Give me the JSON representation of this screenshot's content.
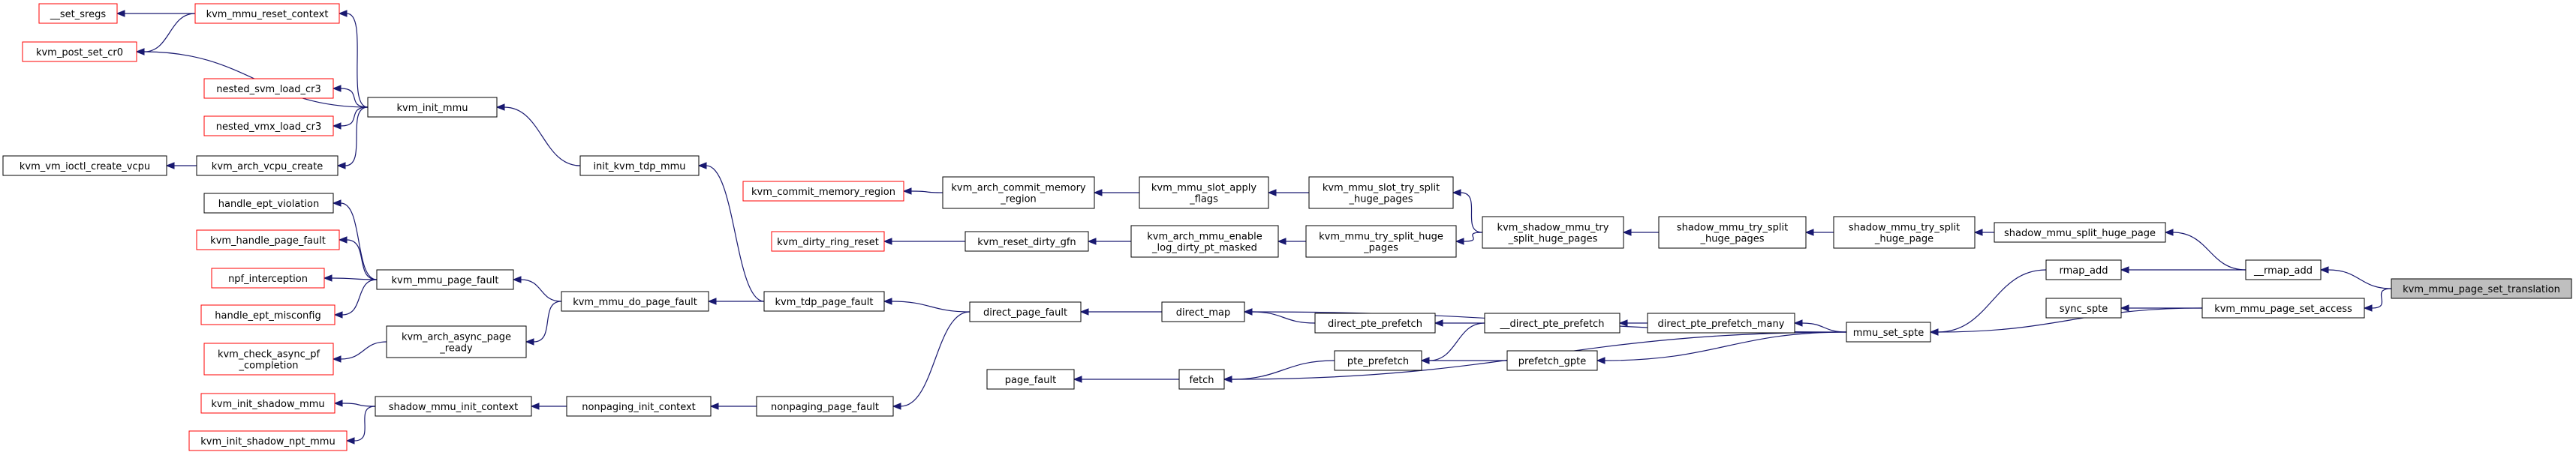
{
  "title": "kvm_mmu_page_set_translation",
  "colors": {
    "edge": "#191970",
    "internal_border": "#000000",
    "external_border": "#ff0000",
    "focus_fill": "#bfbfbf"
  },
  "nodes": [
    {
      "id": "set_sregs",
      "lines": [
        "__set_sregs"
      ],
      "kind": "ext"
    },
    {
      "id": "reset_context",
      "lines": [
        "kvm_mmu_reset_context"
      ],
      "kind": "ext"
    },
    {
      "id": "post_set_cr0",
      "lines": [
        "kvm_post_set_cr0"
      ],
      "kind": "ext"
    },
    {
      "id": "nested_svm",
      "lines": [
        "nested_svm_load_cr3"
      ],
      "kind": "ext"
    },
    {
      "id": "nested_vmx",
      "lines": [
        "nested_vmx_load_cr3"
      ],
      "kind": "ext"
    },
    {
      "id": "vm_ioctl",
      "lines": [
        "kvm_vm_ioctl_create_vcpu"
      ],
      "kind": "int"
    },
    {
      "id": "vcpu_create",
      "lines": [
        "kvm_arch_vcpu_create"
      ],
      "kind": "int"
    },
    {
      "id": "init_mmu",
      "lines": [
        "kvm_init_mmu"
      ],
      "kind": "int"
    },
    {
      "id": "init_tdp",
      "lines": [
        "init_kvm_tdp_mmu"
      ],
      "kind": "int"
    },
    {
      "id": "ept_violation",
      "lines": [
        "handle_ept_violation"
      ],
      "kind": "int"
    },
    {
      "id": "handle_pf",
      "lines": [
        "kvm_handle_page_fault"
      ],
      "kind": "ext"
    },
    {
      "id": "npf",
      "lines": [
        "npf_interception"
      ],
      "kind": "ext"
    },
    {
      "id": "ept_misconfig",
      "lines": [
        "handle_ept_misconfig"
      ],
      "kind": "ext"
    },
    {
      "id": "check_async",
      "lines": [
        "kvm_check_async_pf",
        "_completion"
      ],
      "kind": "ext"
    },
    {
      "id": "mmu_page_fault",
      "lines": [
        "kvm_mmu_page_fault"
      ],
      "kind": "int"
    },
    {
      "id": "async_ready",
      "lines": [
        "kvm_arch_async_page",
        "_ready"
      ],
      "kind": "int"
    },
    {
      "id": "do_page_fault",
      "lines": [
        "kvm_mmu_do_page_fault"
      ],
      "kind": "int"
    },
    {
      "id": "init_shadow",
      "lines": [
        "kvm_init_shadow_mmu"
      ],
      "kind": "ext"
    },
    {
      "id": "init_shadow_npt",
      "lines": [
        "kvm_init_shadow_npt_mmu"
      ],
      "kind": "ext"
    },
    {
      "id": "shadow_init_ctx",
      "lines": [
        "shadow_mmu_init_context"
      ],
      "kind": "int"
    },
    {
      "id": "nonpaging_init",
      "lines": [
        "nonpaging_init_context"
      ],
      "kind": "int"
    },
    {
      "id": "nonpaging_pf",
      "lines": [
        "nonpaging_page_fault"
      ],
      "kind": "int"
    },
    {
      "id": "tdp_pf",
      "lines": [
        "kvm_tdp_page_fault"
      ],
      "kind": "int"
    },
    {
      "id": "commit_region",
      "lines": [
        "kvm_commit_memory_region"
      ],
      "kind": "ext"
    },
    {
      "id": "arch_commit",
      "lines": [
        "kvm_arch_commit_memory",
        "_region"
      ],
      "kind": "int"
    },
    {
      "id": "dirty_ring",
      "lines": [
        "kvm_dirty_ring_reset"
      ],
      "kind": "ext"
    },
    {
      "id": "reset_dirty",
      "lines": [
        "kvm_reset_dirty_gfn"
      ],
      "kind": "int"
    },
    {
      "id": "slot_apply",
      "lines": [
        "kvm_mmu_slot_apply",
        "_flags"
      ],
      "kind": "int"
    },
    {
      "id": "enable_log",
      "lines": [
        "kvm_arch_mmu_enable",
        "_log_dirty_pt_masked"
      ],
      "kind": "int"
    },
    {
      "id": "slot_try_split",
      "lines": [
        "kvm_mmu_slot_try_split",
        "_huge_pages"
      ],
      "kind": "int"
    },
    {
      "id": "try_split",
      "lines": [
        "kvm_mmu_try_split_huge",
        "_pages"
      ],
      "kind": "int"
    },
    {
      "id": "shadow_try_split_pages",
      "lines": [
        "kvm_shadow_mmu_try",
        "_split_huge_pages"
      ],
      "kind": "int"
    },
    {
      "id": "shadow_try_split_huge",
      "lines": [
        "shadow_mmu_try_split",
        "_huge_pages"
      ],
      "kind": "int"
    },
    {
      "id": "shadow_try_split_page",
      "lines": [
        "shadow_mmu_try_split",
        "_huge_page"
      ],
      "kind": "int"
    },
    {
      "id": "split_huge_page",
      "lines": [
        "shadow_mmu_split_huge_page"
      ],
      "kind": "int"
    },
    {
      "id": "direct_pf",
      "lines": [
        "direct_page_fault"
      ],
      "kind": "int"
    },
    {
      "id": "direct_map",
      "lines": [
        "direct_map"
      ],
      "kind": "int"
    },
    {
      "id": "direct_pte_prefetch",
      "lines": [
        "direct_pte_prefetch"
      ],
      "kind": "int"
    },
    {
      "id": "pte_prefetch",
      "lines": [
        "pte_prefetch"
      ],
      "kind": "int"
    },
    {
      "id": "page_fault",
      "lines": [
        "page_fault"
      ],
      "kind": "int"
    },
    {
      "id": "fetch",
      "lines": [
        "fetch"
      ],
      "kind": "int"
    },
    {
      "id": "direct_pte_prefetch2",
      "lines": [
        "__direct_pte_prefetch"
      ],
      "kind": "int"
    },
    {
      "id": "prefetch_gpte",
      "lines": [
        "prefetch_gpte"
      ],
      "kind": "int"
    },
    {
      "id": "direct_pte_prefetch_many",
      "lines": [
        "direct_pte_prefetch_many"
      ],
      "kind": "int"
    },
    {
      "id": "mmu_set_spte",
      "lines": [
        "mmu_set_spte"
      ],
      "kind": "int"
    },
    {
      "id": "rmap_add",
      "lines": [
        "rmap_add"
      ],
      "kind": "int"
    },
    {
      "id": "sync_spte",
      "lines": [
        "sync_spte"
      ],
      "kind": "int"
    },
    {
      "id": "rmap_add2",
      "lines": [
        "__rmap_add"
      ],
      "kind": "int"
    },
    {
      "id": "set_access",
      "lines": [
        "kvm_mmu_page_set_access"
      ],
      "kind": "int"
    },
    {
      "id": "set_translation",
      "lines": [
        "kvm_mmu_page_set_translation"
      ],
      "kind": "focus"
    }
  ],
  "edges": [
    [
      "set_sregs",
      "reset_context"
    ],
    [
      "post_set_cr0",
      "reset_context"
    ],
    [
      "reset_context",
      "init_mmu"
    ],
    [
      "post_set_cr0",
      "init_mmu"
    ],
    [
      "nested_svm",
      "init_mmu"
    ],
    [
      "nested_vmx",
      "init_mmu"
    ],
    [
      "vcpu_create",
      "init_mmu"
    ],
    [
      "vm_ioctl",
      "vcpu_create"
    ],
    [
      "init_mmu",
      "init_tdp"
    ],
    [
      "init_tdp",
      "tdp_pf"
    ],
    [
      "ept_violation",
      "mmu_page_fault"
    ],
    [
      "handle_pf",
      "mmu_page_fault"
    ],
    [
      "npf",
      "mmu_page_fault"
    ],
    [
      "ept_misconfig",
      "mmu_page_fault"
    ],
    [
      "check_async",
      "async_ready"
    ],
    [
      "mmu_page_fault",
      "do_page_fault"
    ],
    [
      "async_ready",
      "do_page_fault"
    ],
    [
      "do_page_fault",
      "tdp_pf"
    ],
    [
      "init_shadow",
      "shadow_init_ctx"
    ],
    [
      "init_shadow_npt",
      "shadow_init_ctx"
    ],
    [
      "shadow_init_ctx",
      "nonpaging_init"
    ],
    [
      "nonpaging_init",
      "nonpaging_pf"
    ],
    [
      "nonpaging_pf",
      "direct_pf"
    ],
    [
      "tdp_pf",
      "direct_pf"
    ],
    [
      "direct_pf",
      "direct_map"
    ],
    [
      "commit_region",
      "arch_commit"
    ],
    [
      "arch_commit",
      "slot_apply"
    ],
    [
      "slot_apply",
      "slot_try_split"
    ],
    [
      "slot_try_split",
      "shadow_try_split_pages"
    ],
    [
      "dirty_ring",
      "reset_dirty"
    ],
    [
      "reset_dirty",
      "enable_log"
    ],
    [
      "enable_log",
      "try_split"
    ],
    [
      "try_split",
      "shadow_try_split_pages"
    ],
    [
      "shadow_try_split_pages",
      "shadow_try_split_huge"
    ],
    [
      "shadow_try_split_huge",
      "shadow_try_split_page"
    ],
    [
      "shadow_try_split_page",
      "split_huge_page"
    ],
    [
      "split_huge_page",
      "rmap_add2"
    ],
    [
      "direct_map",
      "direct_pte_prefetch"
    ],
    [
      "direct_map",
      "mmu_set_spte"
    ],
    [
      "direct_pte_prefetch",
      "direct_pte_prefetch2"
    ],
    [
      "pte_prefetch",
      "direct_pte_prefetch2"
    ],
    [
      "pte_prefetch",
      "prefetch_gpte"
    ],
    [
      "page_fault",
      "fetch"
    ],
    [
      "fetch",
      "pte_prefetch"
    ],
    [
      "fetch",
      "mmu_set_spte"
    ],
    [
      "direct_pte_prefetch2",
      "direct_pte_prefetch_many"
    ],
    [
      "direct_pte_prefetch_many",
      "mmu_set_spte"
    ],
    [
      "prefetch_gpte",
      "mmu_set_spte"
    ],
    [
      "mmu_set_spte",
      "rmap_add"
    ],
    [
      "mmu_set_spte",
      "set_access"
    ],
    [
      "rmap_add",
      "rmap_add2"
    ],
    [
      "sync_spte",
      "set_access"
    ],
    [
      "rmap_add2",
      "set_translation"
    ],
    [
      "set_access",
      "set_translation"
    ]
  ]
}
